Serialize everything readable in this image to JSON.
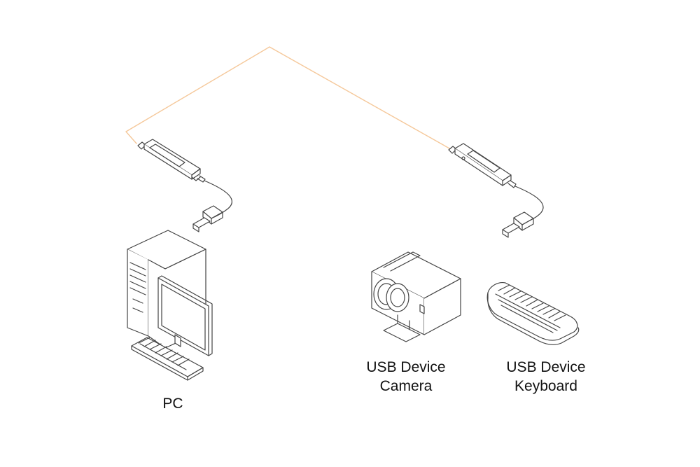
{
  "labels": {
    "pc": "PC",
    "camera_line1": "USB Device",
    "camera_line2": "Camera",
    "keyboard_line1": "USB Device",
    "keyboard_line2": "Keyboard"
  },
  "colors": {
    "fiber_cable": "#f5c89a",
    "line_art": "#444444",
    "fill": "#ffffff"
  },
  "icons": [
    "usb-extender-local-icon",
    "usb-extender-remote-icon",
    "usb-plug-icon",
    "pc-tower-icon",
    "monitor-icon",
    "keyboard-icon",
    "camera-icon"
  ]
}
